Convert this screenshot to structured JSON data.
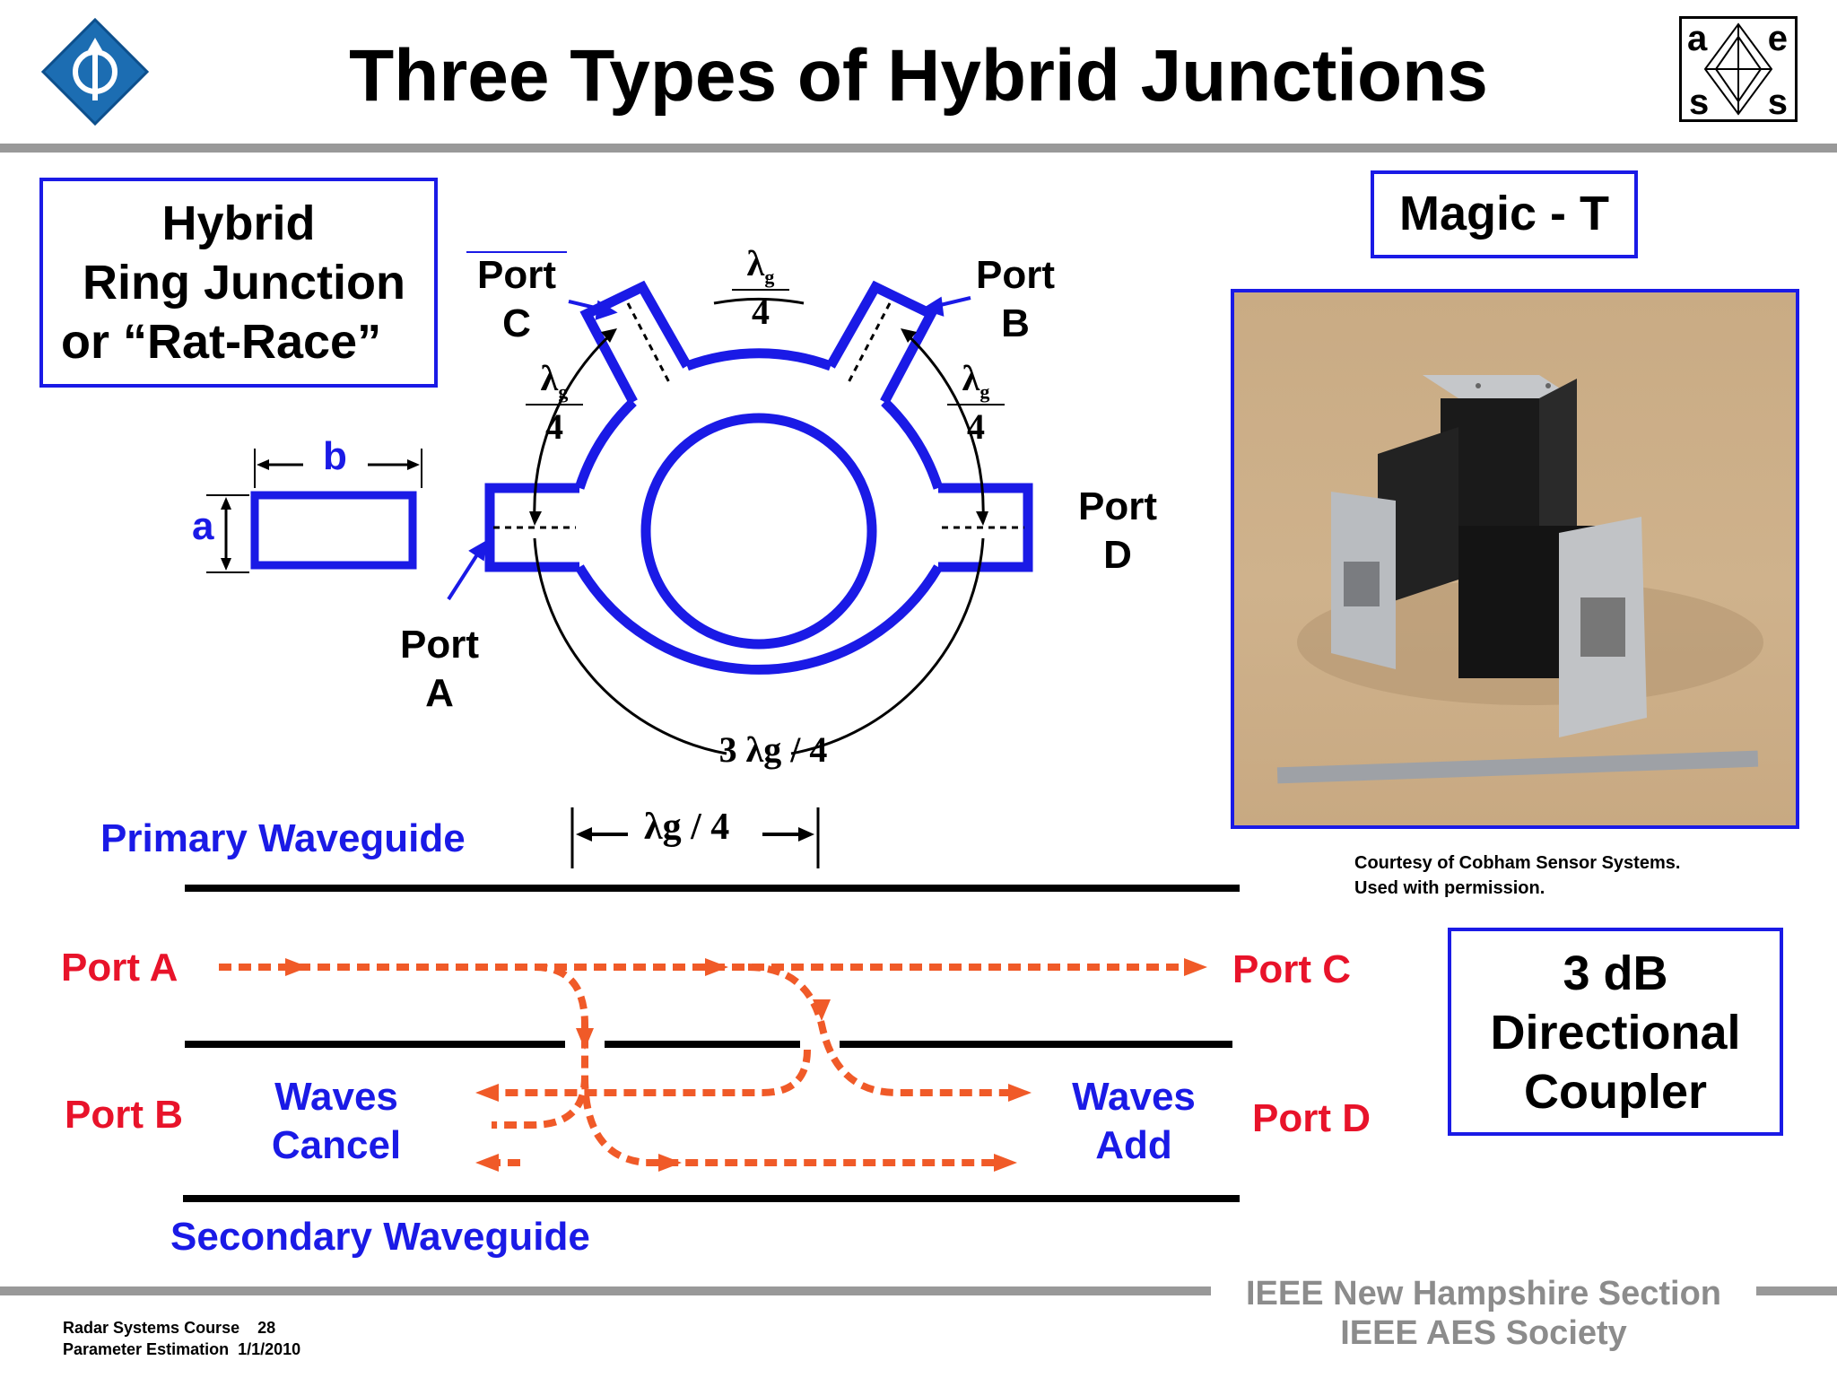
{
  "title": "Three Types of Hybrid Junctions",
  "logos": {
    "left": "ieee-diamond-logo",
    "right": "aes-logo",
    "aes_letters": [
      "a",
      "e",
      "s",
      "s"
    ]
  },
  "hybrid_ring": {
    "box_lines": [
      "Hybrid",
      "Ring Junction",
      "or “Rat-Race”"
    ],
    "dim_a": "a",
    "dim_b": "b",
    "ports": {
      "a_line1": "Port",
      "a_line2": "A",
      "b_line1": "Port",
      "b_line2": "B",
      "c_line1": "Port",
      "c_line2": "C",
      "d_line1": "Port",
      "d_line2": "D"
    },
    "fraction_num": "λ",
    "fraction_sub": "g",
    "fraction_den": "4",
    "arc_three_quarter": "3 λg / 4"
  },
  "magic_t": {
    "label": "Magic - T",
    "courtesy_line1": "Courtesy of Cobham Sensor Systems.",
    "courtesy_line2": "Used with permission."
  },
  "directional_coupler": {
    "box_lines": [
      "3 dB",
      "Directional",
      "Coupler"
    ],
    "primary": "Primary Waveguide",
    "secondary": "Secondary Waveguide",
    "spacing": "λg / 4",
    "port_a": "Port A",
    "port_b": "Port B",
    "port_c": "Port C",
    "port_d": "Port D",
    "cancel_line1": "Waves",
    "cancel_line2": "Cancel",
    "add_line1": "Waves",
    "add_line2": "Add"
  },
  "footer": {
    "course": "Radar Systems Course",
    "page": "28",
    "lecture": "Parameter Estimation",
    "date": "1/1/2010",
    "ieee_line1": "IEEE New Hampshire Section",
    "ieee_line2": "IEEE AES Society"
  },
  "colors": {
    "blue": "#1a1ae6",
    "red": "#e8132a",
    "arrow": "#f05a28",
    "rule": "#999999"
  }
}
